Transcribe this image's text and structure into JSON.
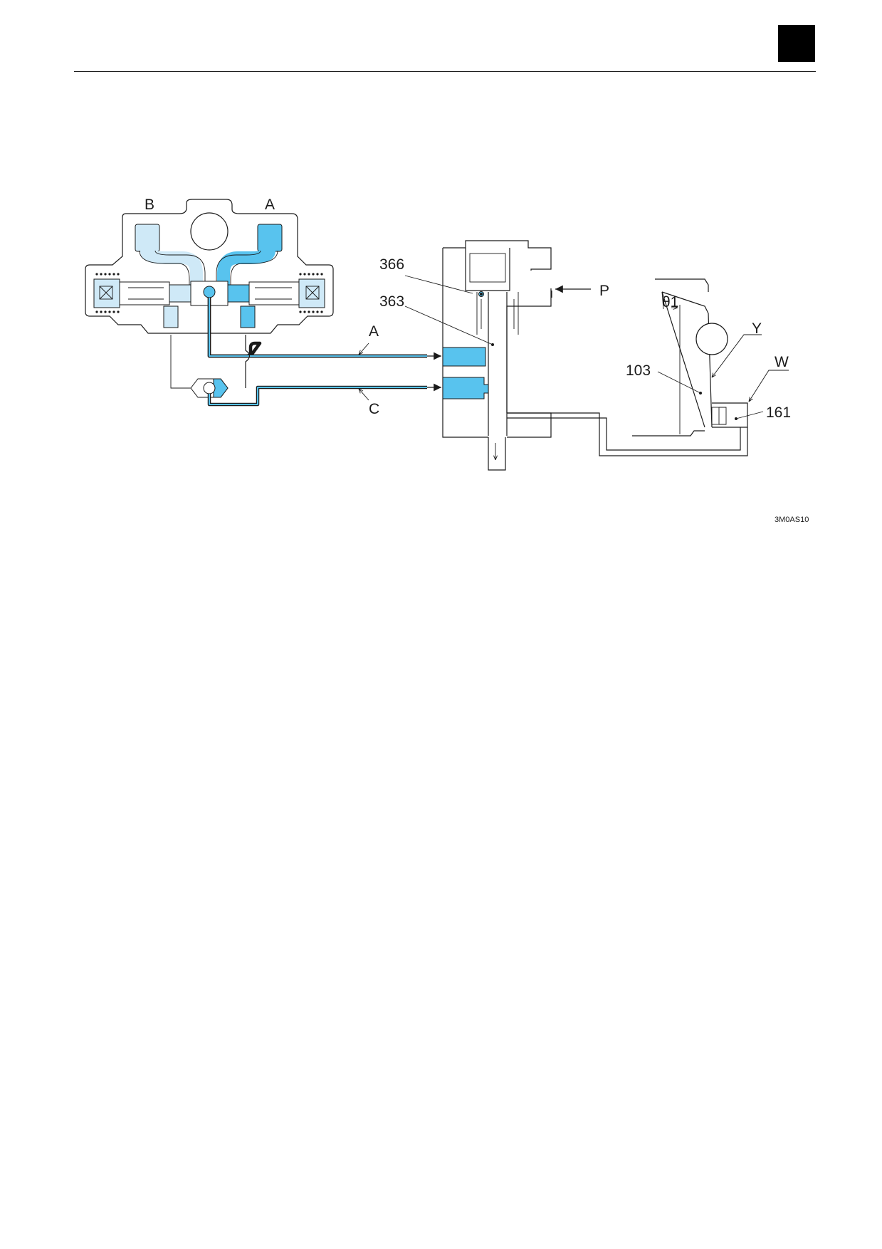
{
  "colors": {
    "pressure_blue": "#58c3ee",
    "light_blue": "#cfe9f7",
    "line": "#1a1a1a",
    "page_tab": "#000000"
  },
  "labels": {
    "port_b": "B",
    "port_a_top": "A",
    "line_a": "A",
    "line_c": "C",
    "part_366": "366",
    "part_363": "363",
    "pressure_p": "P",
    "angle_theta": "θ1",
    "part_y": "Y",
    "part_w": "W",
    "part_103": "103",
    "part_161": "161",
    "figure_code": "3M0AS10"
  },
  "icons": {
    "page_tab": "black-square-tab"
  }
}
